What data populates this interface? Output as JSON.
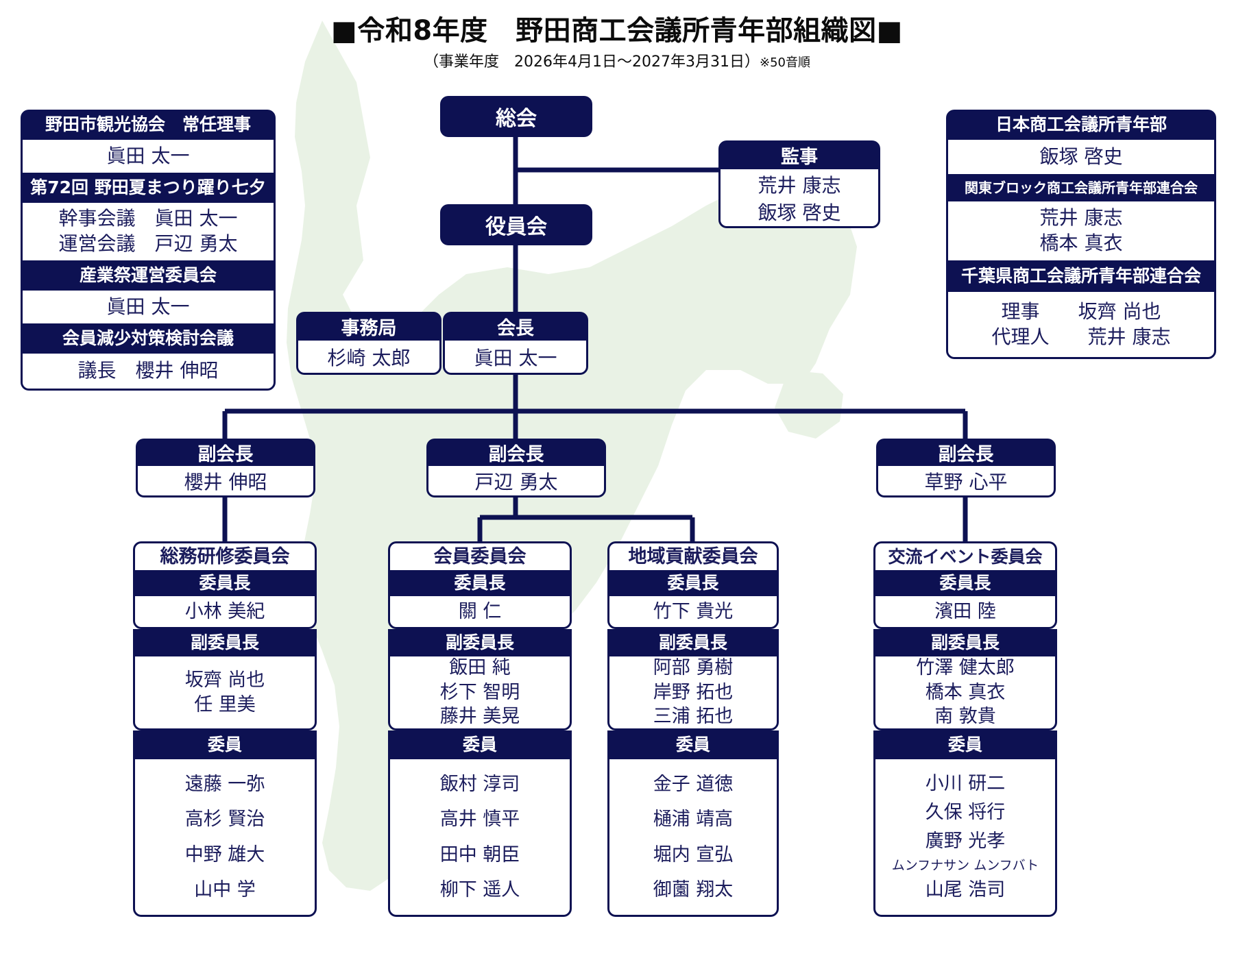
{
  "header": {
    "title": "■令和8年度　野田商工会議所青年部組織図■",
    "subtitle": "（事業年度　2026年4月1日〜2027年3月31日）",
    "note": "※50音順"
  },
  "colors": {
    "navy": "#0d1152",
    "text_navy": "#1b1c5c",
    "map_green": "#e8f1e4",
    "white": "#ffffff"
  },
  "center": {
    "general_meeting": "総会",
    "board": "役員会",
    "auditor": {
      "title": "監事",
      "members": [
        "荒井 康志",
        "飯塚 啓史"
      ]
    },
    "secretariat": {
      "title": "事務局",
      "members": [
        "杉崎 太郎"
      ]
    },
    "president": {
      "title": "会長",
      "members": [
        "眞田 太一"
      ]
    }
  },
  "left_panel": {
    "sections": [
      {
        "type": "head",
        "label": "野田市観光協会　常任理事"
      },
      {
        "type": "body",
        "lines": [
          "眞田 太一"
        ]
      },
      {
        "type": "head",
        "label": "第72回 野田夏まつり躍り七夕"
      },
      {
        "type": "body",
        "lines": [
          "幹事会議　眞田 太一",
          "運営会議　戸辺 勇太"
        ]
      },
      {
        "type": "head",
        "label": "産業祭運営委員会"
      },
      {
        "type": "body",
        "lines": [
          "眞田 太一"
        ]
      },
      {
        "type": "head",
        "label": "会員減少対策検討会議"
      },
      {
        "type": "body",
        "lines": [
          "議長　櫻井 伸昭"
        ]
      }
    ]
  },
  "right_panel": {
    "sections": [
      {
        "type": "head",
        "label": "日本商工会議所青年部"
      },
      {
        "type": "body",
        "lines": [
          "飯塚 啓史"
        ]
      },
      {
        "type": "head",
        "label": "関東ブロック商工会議所青年部連合会"
      },
      {
        "type": "body",
        "lines": [
          "荒井 康志",
          "橋本 真衣"
        ]
      },
      {
        "type": "head",
        "label": "千葉県商工会議所青年部連合会"
      },
      {
        "type": "body",
        "lines": [
          "理事　　坂齊 尚也",
          "代理人　　荒井 康志"
        ]
      }
    ]
  },
  "vice_presidents": [
    {
      "title": "副会長",
      "name": "櫻井 伸昭"
    },
    {
      "title": "副会長",
      "name": "戸辺 勇太"
    },
    {
      "title": "副会長",
      "name": "草野 心平"
    }
  ],
  "committees": [
    {
      "name": "総務研修委員会",
      "chair_label": "委員長",
      "chair": [
        "小林 美紀"
      ],
      "vice_label": "副委員長",
      "vice": [
        "坂齊 尚也",
        "任 里美"
      ],
      "members_label": "委員",
      "members": [
        "遠藤 一弥",
        "高杉 賢治",
        "中野 雄大",
        "山中 学"
      ]
    },
    {
      "name": "会員委員会",
      "chair_label": "委員長",
      "chair": [
        "關 仁"
      ],
      "vice_label": "副委員長",
      "vice": [
        "飯田 純",
        "杉下 智明",
        "藤井 美晃"
      ],
      "members_label": "委員",
      "members": [
        "飯村 淳司",
        "高井 慎平",
        "田中 朝臣",
        "柳下 遥人"
      ]
    },
    {
      "name": "地域貢献委員会",
      "chair_label": "委員長",
      "chair": [
        "竹下 貴光"
      ],
      "vice_label": "副委員長",
      "vice": [
        "阿部 勇樹",
        "岸野 拓也",
        "三浦 拓也"
      ],
      "members_label": "委員",
      "members": [
        "金子 道徳",
        "樋浦 靖高",
        "堀内 宣弘",
        "御薗 翔太"
      ]
    },
    {
      "name": "交流イベント委員会",
      "chair_label": "委員長",
      "chair": [
        "濱田 陸"
      ],
      "vice_label": "副委員長",
      "vice": [
        "竹澤 健太郎",
        "橋本 真衣",
        "南 敦貴"
      ],
      "members_label": "委員",
      "members": [
        "小川 研二",
        "久保 将行",
        "廣野 光孝",
        "ムンフナサン ムンフバト",
        "山尾 浩司"
      ]
    }
  ]
}
